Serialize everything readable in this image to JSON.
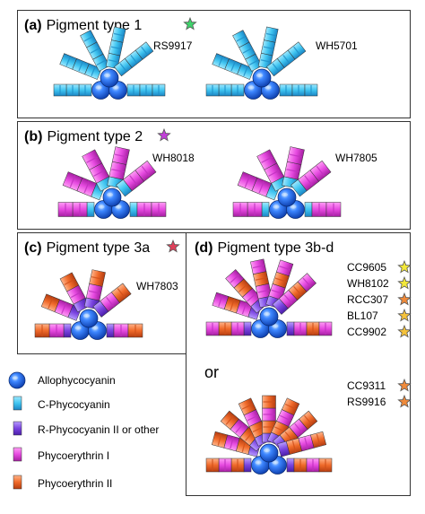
{
  "panels": {
    "a": {
      "letter": "(a)",
      "title": "Pigment type 1",
      "star_color": "#3fd36b",
      "strains": [
        "RS9917",
        "WH5701"
      ]
    },
    "b": {
      "letter": "(b)",
      "title": "Pigment type 2",
      "star_color": "#c23fd9",
      "strains": [
        "WH8018",
        "WH7805"
      ]
    },
    "c": {
      "letter": "(c)",
      "title": "Pigment type 3a",
      "star_color": "#e0405a",
      "strains": [
        "WH7803"
      ]
    },
    "d": {
      "letter": "(d)",
      "title": "Pigment type 3b-d",
      "or_label": "or",
      "group1": [
        {
          "name": "CC9605",
          "star_color": "#f3e83a"
        },
        {
          "name": "WH8102",
          "star_color": "#f3e83a"
        },
        {
          "name": "RCC307",
          "star_color": "#f08a3a"
        },
        {
          "name": "BL107",
          "star_color": "#f5c23a"
        },
        {
          "name": "CC9902",
          "star_color": "#f5c23a"
        }
      ],
      "group2": [
        {
          "name": "CC9311",
          "star_color": "#f08a3a"
        },
        {
          "name": "RS9916",
          "star_color": "#f08a3a"
        }
      ]
    }
  },
  "legend": [
    {
      "label": "Allophycocyanin",
      "icon": "allophycocyanin-disc",
      "color": "#1a5fe0"
    },
    {
      "label": "C-Phycocyanin",
      "icon": "c-phycocyanin-block",
      "color": "#3fc4f0"
    },
    {
      "label": "R-Phycocyanin II or other",
      "icon": "r-phycocyanin-block",
      "color": "#7a44e0"
    },
    {
      "label": "Phycoerythrin I",
      "icon": "phycoerythrin-i-block",
      "color": "#e64ae0"
    },
    {
      "label": "Phycoerythrin II",
      "icon": "phycoerythrin-ii-block",
      "color": "#f06a2a"
    }
  ]
}
